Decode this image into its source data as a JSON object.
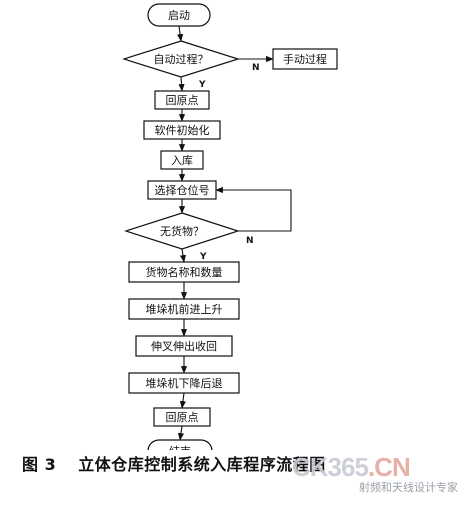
{
  "flowchart": {
    "nodes": [
      {
        "id": "start",
        "shape": "terminal",
        "label": "启动"
      },
      {
        "id": "auto_check",
        "shape": "decision",
        "label": "自动过程？"
      },
      {
        "id": "manual",
        "shape": "process",
        "label": "手动过程"
      },
      {
        "id": "home1",
        "shape": "process",
        "label": "回原点"
      },
      {
        "id": "init",
        "shape": "process",
        "label": "软件初始化"
      },
      {
        "id": "in",
        "shape": "process",
        "label": "入库"
      },
      {
        "id": "select",
        "shape": "process",
        "label": "选择仓位号"
      },
      {
        "id": "empty_check",
        "shape": "decision",
        "label": "无货物？"
      },
      {
        "id": "goods",
        "shape": "process",
        "label": "货物名称和数量"
      },
      {
        "id": "forward_up",
        "shape": "process",
        "label": "堆垛机前进上升"
      },
      {
        "id": "fork",
        "shape": "process",
        "label": "伸叉伸出收回"
      },
      {
        "id": "down_back",
        "shape": "process",
        "label": "堆垛机下降后退"
      },
      {
        "id": "home2",
        "shape": "process",
        "label": "回原点"
      },
      {
        "id": "end",
        "shape": "terminal",
        "label": "结束"
      }
    ],
    "edges": [
      {
        "from": "start",
        "to": "auto_check",
        "label": ""
      },
      {
        "from": "auto_check",
        "to": "manual",
        "label": "N"
      },
      {
        "from": "auto_check",
        "to": "home1",
        "label": "Y"
      },
      {
        "from": "home1",
        "to": "init",
        "label": ""
      },
      {
        "from": "init",
        "to": "in",
        "label": ""
      },
      {
        "from": "in",
        "to": "select",
        "label": ""
      },
      {
        "from": "select",
        "to": "empty_check",
        "label": ""
      },
      {
        "from": "empty_check",
        "to": "select",
        "label": "N"
      },
      {
        "from": "empty_check",
        "to": "goods",
        "label": "Y"
      },
      {
        "from": "goods",
        "to": "forward_up",
        "label": ""
      },
      {
        "from": "forward_up",
        "to": "fork",
        "label": ""
      },
      {
        "from": "fork",
        "to": "down_back",
        "label": ""
      },
      {
        "from": "down_back",
        "to": "home2",
        "label": ""
      },
      {
        "from": "home2",
        "to": "end",
        "label": ""
      }
    ]
  },
  "caption": {
    "figure": "图 3",
    "title": "立体仓库控制系统入库程序流程图"
  },
  "watermark": {
    "logo": "CK365",
    "logo_cn": ".CN",
    "subtitle": "射频和天线设计专家"
  }
}
